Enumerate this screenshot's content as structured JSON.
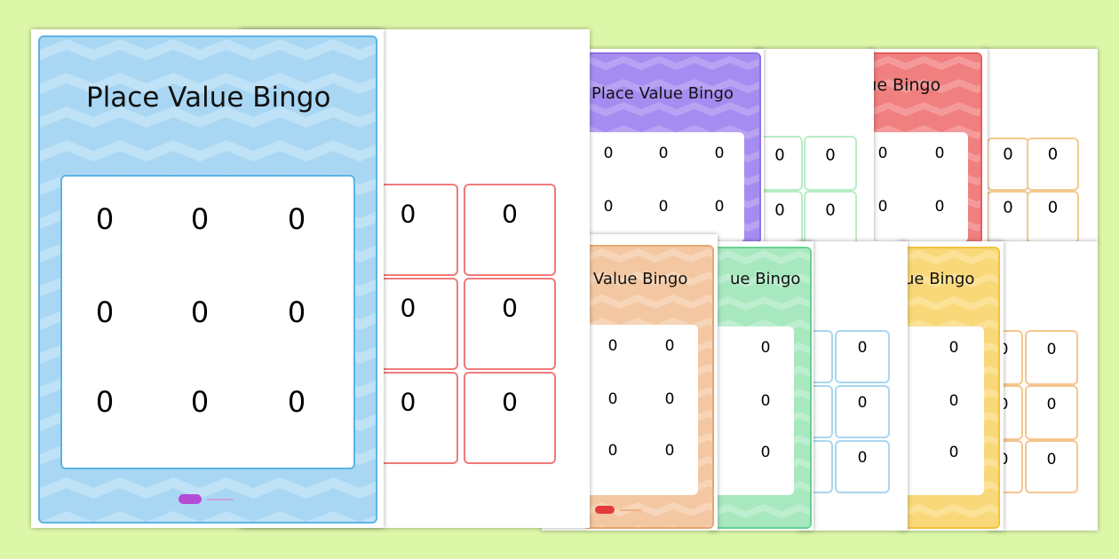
{
  "title": "Place Value Bingo",
  "title_cropped_1": "Place Value Bingo",
  "title_cropped_2": "Value Bingo",
  "title_cropped_3": "ue Bingo",
  "title_cropped_4": "lue Bingo",
  "title_cropped_5": "ue Bingo",
  "digit": "0",
  "colors": {
    "background": "#dcf7a8",
    "blue": "#a9d7f3",
    "red": "#f07f7f",
    "purple": "#a58cf0",
    "orange": "#f3c7a1",
    "green": "#a8e8bf",
    "yellow": "#f9d87a"
  },
  "icons": [
    "brand-logo-icon"
  ]
}
